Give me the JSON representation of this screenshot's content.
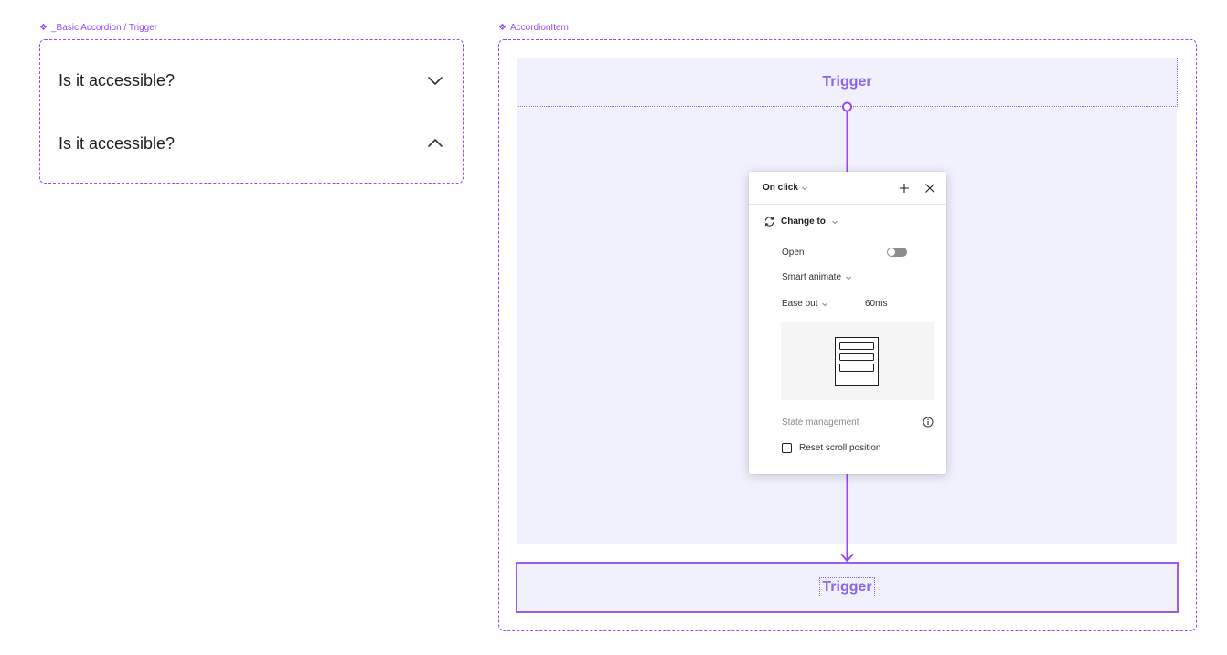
{
  "left_component": {
    "label": "_Basic Accordion / Trigger",
    "items": [
      {
        "title": "Is it accessible?",
        "chevron": "chevron-down-icon"
      },
      {
        "title": "Is it accessible?",
        "chevron": "chevron-up-icon"
      }
    ]
  },
  "right_component": {
    "label": "AccordionItem",
    "trigger_top": "Trigger",
    "trigger_bottom": "Trigger"
  },
  "interaction_popup": {
    "trigger_event": "On click",
    "action": "Change to",
    "property_name": "Open",
    "property_value": false,
    "animation": "Smart animate",
    "easing": "Ease out",
    "duration": "60ms",
    "state_management_label": "State management",
    "reset_scroll_label": "Reset scroll position",
    "reset_scroll_checked": false
  },
  "colors": {
    "frame": "#9747ff",
    "accent": "#8a63ef",
    "content_bg": "#f1f0fd"
  }
}
